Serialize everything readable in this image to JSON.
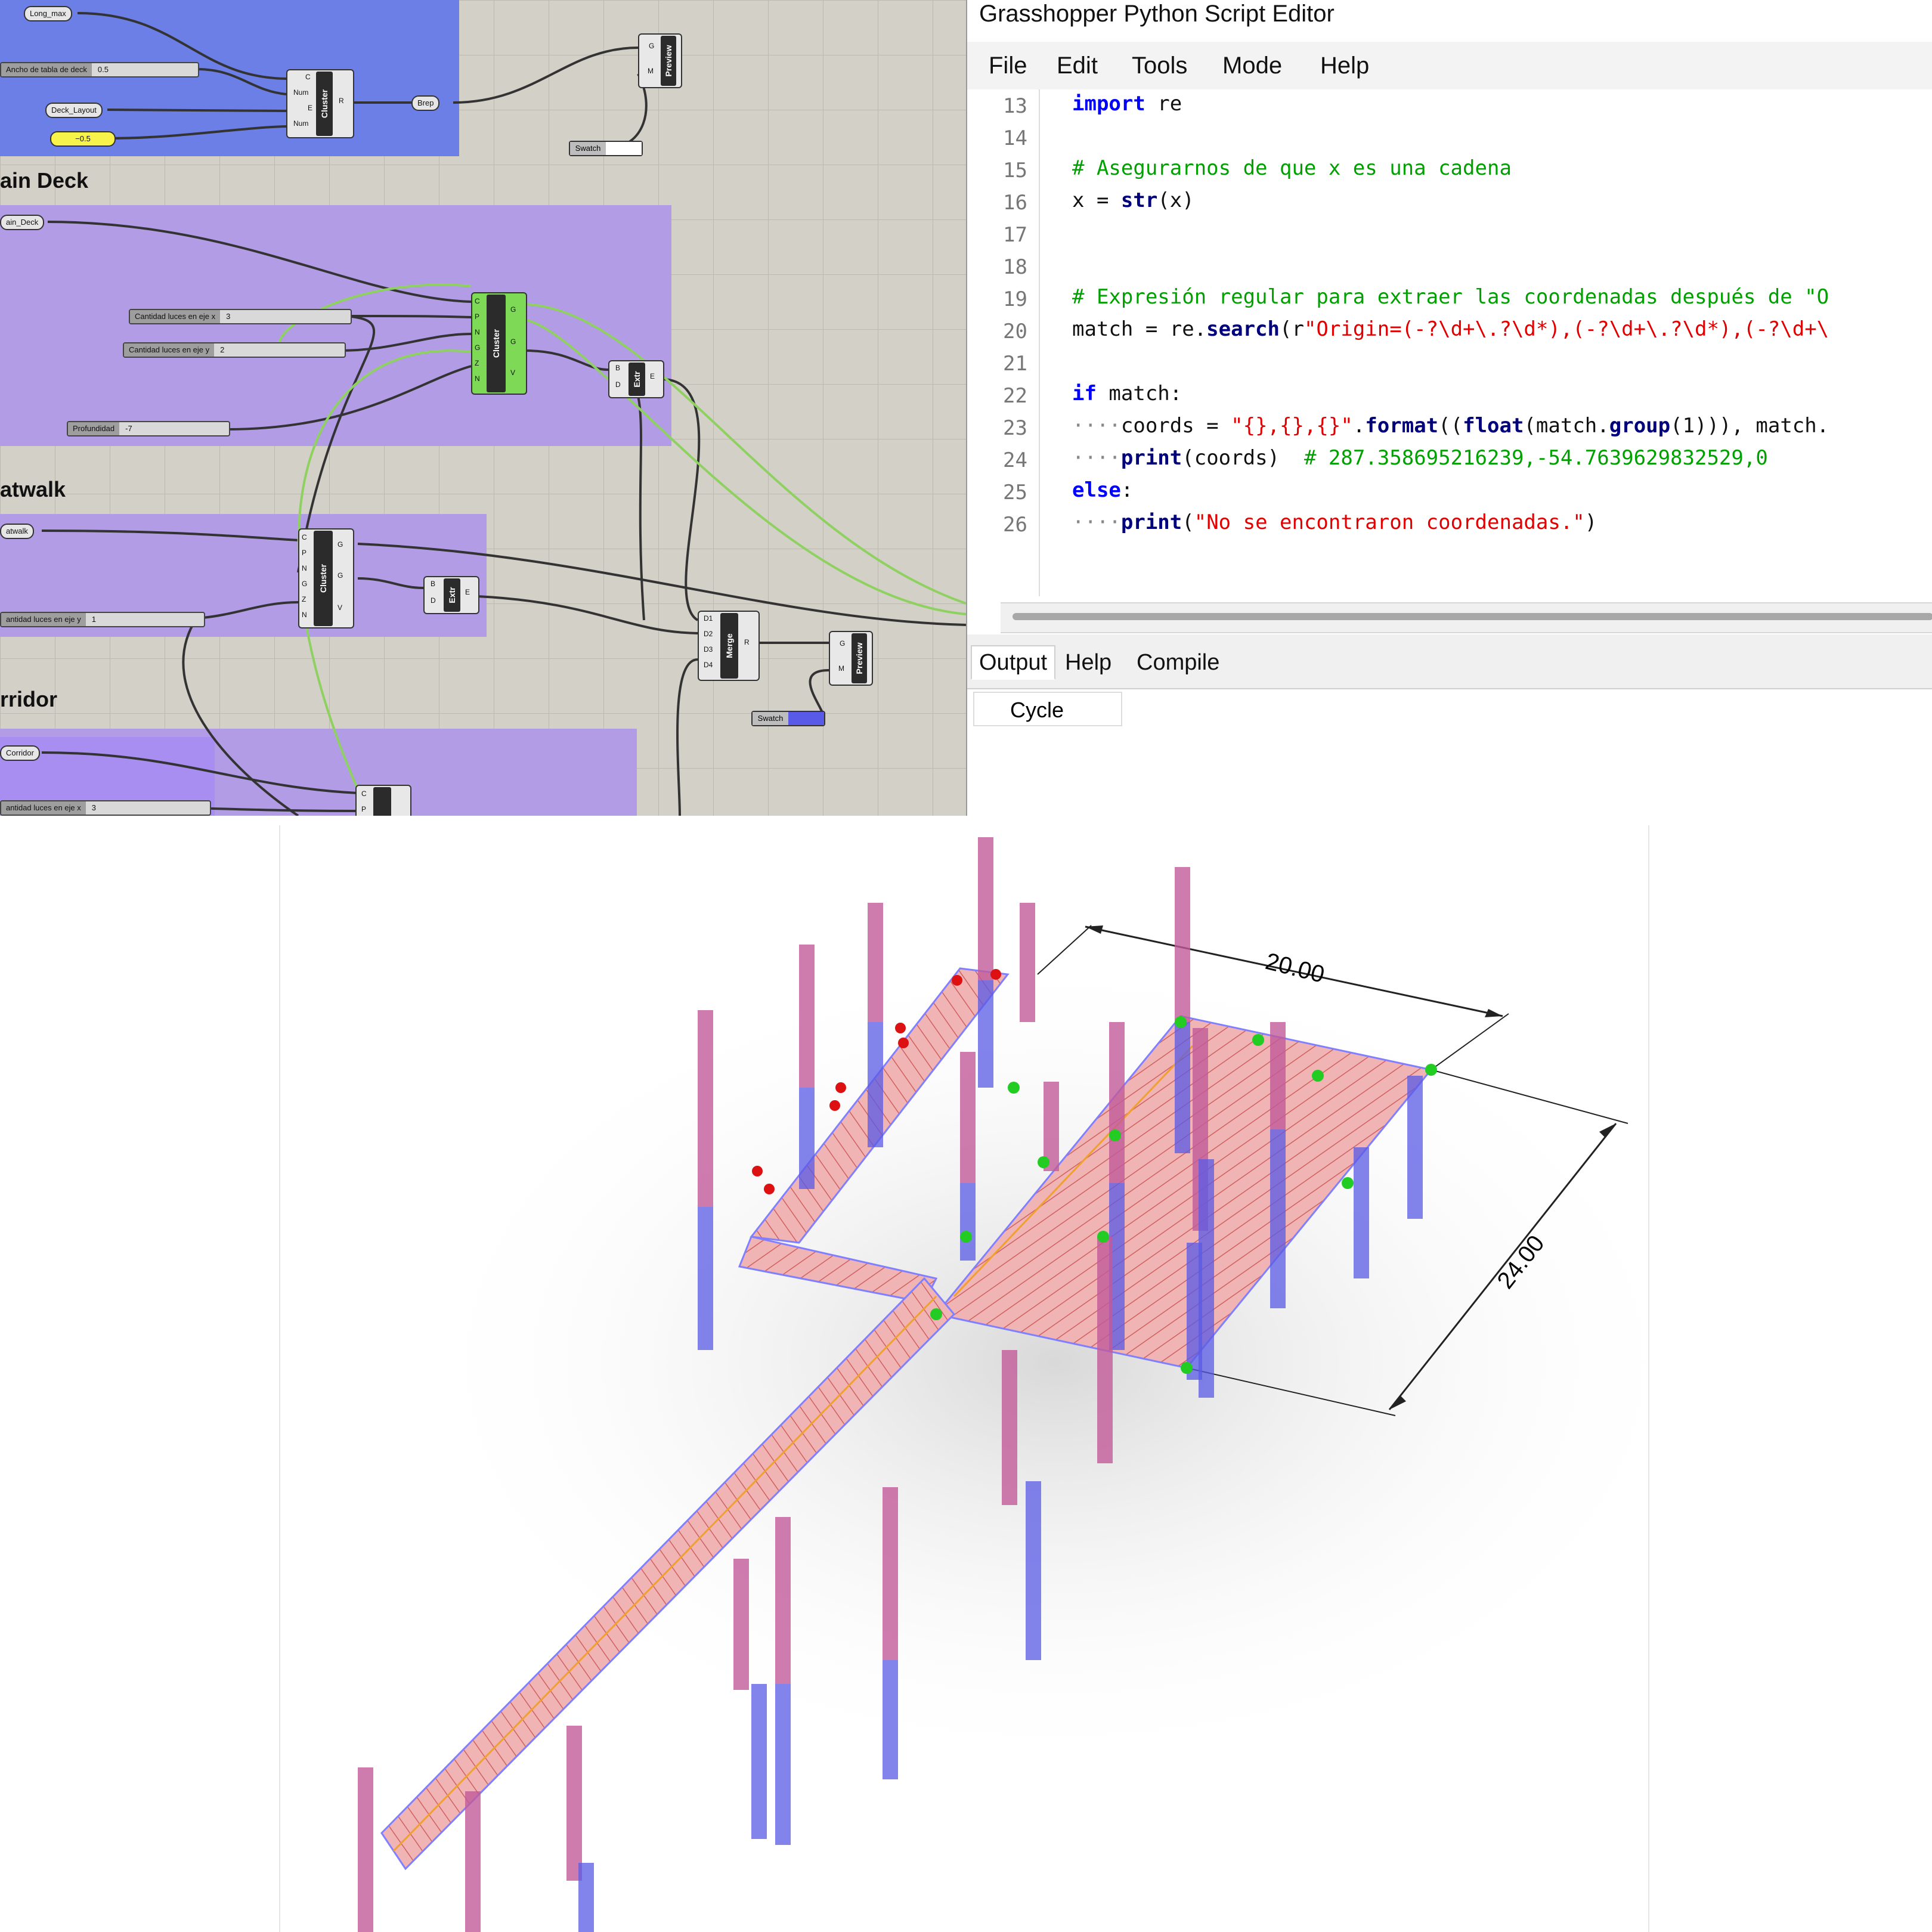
{
  "grasshopper": {
    "groups": [
      {
        "label": "",
        "color": "#6b7fe6"
      },
      {
        "label": "ain Deck",
        "color": "#b39ce6"
      },
      {
        "label": "atwalk",
        "color": "#b39ce6"
      },
      {
        "label": "rridor",
        "color": "#b39ce6"
      }
    ],
    "params": {
      "long_max": "Long_max",
      "ancho_label": "Ancho de tabla de deck",
      "ancho_value": "0.5",
      "deck_layout": "Deck_Layout",
      "neg_value": "−0.5",
      "main_deck": "ain_Deck",
      "luces_x_label": "Cantidad luces en eje x",
      "luces_x_value": "3",
      "luces_y_label": "Cantidad luces en eje y",
      "luces_y_value": "2",
      "profundidad_label": "Profundidad",
      "profundidad_value": "-7",
      "catwalk": "atwalk",
      "cat_luces_y_label": "antidad luces en eje y",
      "cat_luces_y_value": "1",
      "corridor": "Corridor",
      "cor_luces_x_label": "antidad luces en eje x",
      "cor_luces_x_value": "3",
      "swatch": "Swatch",
      "brep": "Brep"
    },
    "components": {
      "cluster": "Cluster",
      "preview": "Preview",
      "extr": "Extr",
      "merge": "Merge"
    },
    "pins": {
      "c1_in": [
        "C",
        "Num",
        "E",
        "Num"
      ],
      "c1_out": [
        "R"
      ],
      "c2_in": [
        "C",
        "P",
        "N",
        "G",
        "Z",
        "N"
      ],
      "c2_out": [
        "G",
        "G",
        "V"
      ],
      "c3_in": [
        "C",
        "P",
        "N",
        "G",
        "Z",
        "N"
      ],
      "c3_out": [
        "G",
        "G",
        "V"
      ],
      "preview_in": [
        "G",
        "M"
      ],
      "extr_in": [
        "B",
        "D"
      ],
      "extr_out": [
        "E"
      ],
      "merge_in": [
        "D1",
        "D2",
        "D3",
        "D4"
      ],
      "merge_out": [
        "R"
      ],
      "c4_in": [
        "C",
        "P"
      ]
    }
  },
  "editor": {
    "title": "Grasshopper Python Script Editor",
    "menu": [
      "File",
      "Edit",
      "Tools",
      "Mode",
      "Help"
    ],
    "line_numbers": [
      "13",
      "14",
      "15",
      "16",
      "17",
      "18",
      "19",
      "20",
      "21",
      "22",
      "23",
      "24",
      "25",
      "26"
    ],
    "code": {
      "l13_kw": "import",
      "l13_rest": " re",
      "l15_comment": "# Asegurarnos de que x es una cadena",
      "l16_a": "x = ",
      "l16_fn": "str",
      "l16_b": "(x)",
      "l19_comment": "# Expresión regular para extraer las coordenadas después de \"O",
      "l20_a": "match = re.",
      "l20_fn": "search",
      "l20_b": "(r",
      "l20_str": "\"Origin=(-?\\d+\\.?\\d*),(-?\\d+\\.?\\d*),(-?\\d+\\",
      "l22_kw": "if",
      "l22_rest": " match:",
      "l23_ws": "····",
      "l23_a": "coords = ",
      "l23_str": "\"{},{},{}\"",
      "l23_b": ".",
      "l23_fn": "format",
      "l23_c": "((",
      "l23_fn2": "float",
      "l23_d": "(match.",
      "l23_fn3": "group",
      "l23_e": "(1))), match.",
      "l24_ws": "····",
      "l24_fn": "print",
      "l24_a": "(coords)  ",
      "l24_comment": "# 287.358695216239,-54.7639629832529,0",
      "l25_kw": "else",
      "l25_rest": ":",
      "l26_ws": "····",
      "l26_fn": "print",
      "l26_a": "(",
      "l26_str": "\"No se encontraron coordenadas.\"",
      "l26_b": ")"
    },
    "tabs": [
      "Output",
      "Help",
      "Compile"
    ],
    "output_column": "Cycle"
  },
  "render": {
    "dimension_top": "20.00",
    "dimension_side": "24.00",
    "colors": {
      "column": "#6a5ae6",
      "deck": "#e8a0a0",
      "support_node": "#22cc22",
      "fixed_node": "#dd1111"
    }
  }
}
